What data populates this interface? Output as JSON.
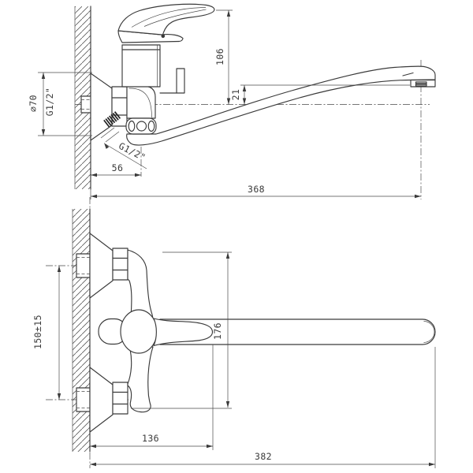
{
  "app": {
    "background": "#ffffff",
    "line_color": "#3a3a3a",
    "dim_color": "#4a4a4a",
    "subject": "Wall-mounted single-lever bathtub mixer faucet — two-view dimensioned technical drawing"
  },
  "drawing": {
    "side_view": {
      "labels": {
        "handle_height": "106",
        "spout_outlet_rise": "21",
        "flange_diameter": "⌀70",
        "inlet_thread": "G1/2\"",
        "shower_outlet_thread": "G1/2\"",
        "wall_to_valve_axis": "56",
        "spout_reach": "368"
      }
    },
    "front_view": {
      "labels": {
        "inlet_centers_distance": "150±15",
        "body_height": "176",
        "handle_reach": "136",
        "overall_length": "382"
      }
    }
  }
}
